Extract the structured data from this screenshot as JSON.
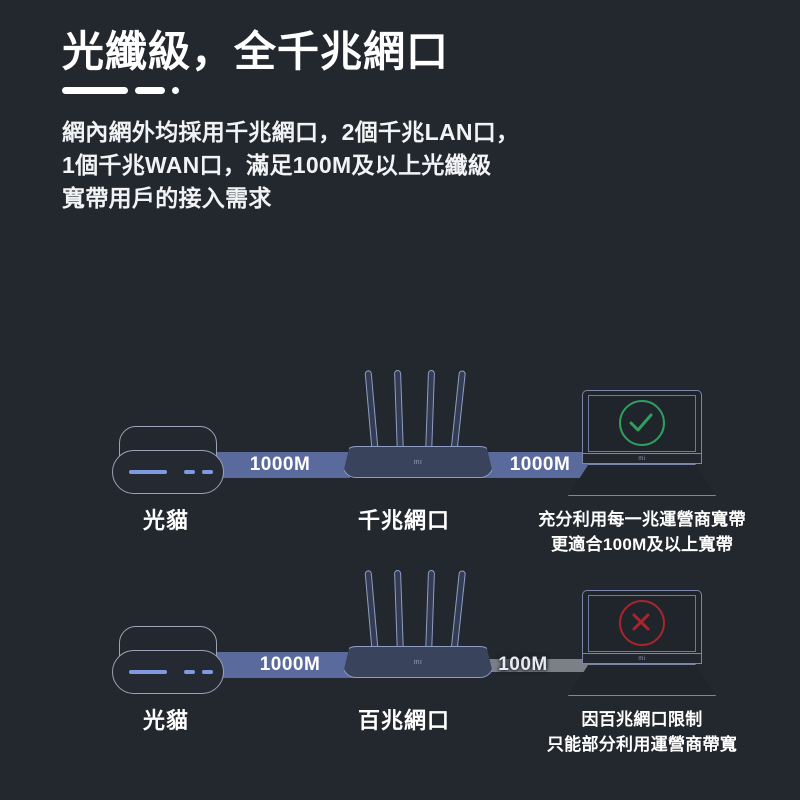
{
  "page": {
    "background_color": "#23272e",
    "text_color": "#ffffff"
  },
  "header": {
    "title": "光纖級，全千兆網口",
    "subtitle_lines": [
      "網內網外均採用千兆網口，2個千兆LAN口，",
      "1個千兆WAN口，滿足100M及以上光纖級",
      "寬帶用戶的接入需求"
    ]
  },
  "diagram": {
    "rows": [
      {
        "id": "gigabit-row",
        "modem_label": "光貓",
        "modem_link_speed": "1000M",
        "router_label": "千兆網口",
        "client_link_speed": "1000M",
        "status": "ok",
        "status_icon": "check-circle-icon",
        "status_color": "#2f9e5f",
        "link_color": "#5b6a9c",
        "caption_lines": [
          "充分利用每一兆運營商寬帶",
          "更適合100M及以上寬帶"
        ]
      },
      {
        "id": "fast-ethernet-row",
        "modem_label": "光貓",
        "modem_link_speed": "1000M",
        "router_label": "百兆網口",
        "client_link_speed": "100M",
        "status": "bad",
        "status_icon": "x-circle-icon",
        "status_color": "#a8252e",
        "link_color": "#7b7f88",
        "caption_lines": [
          "因百兆網口限制",
          "只能部分利用運營商帶寬"
        ]
      }
    ],
    "device_logo": "mi"
  }
}
